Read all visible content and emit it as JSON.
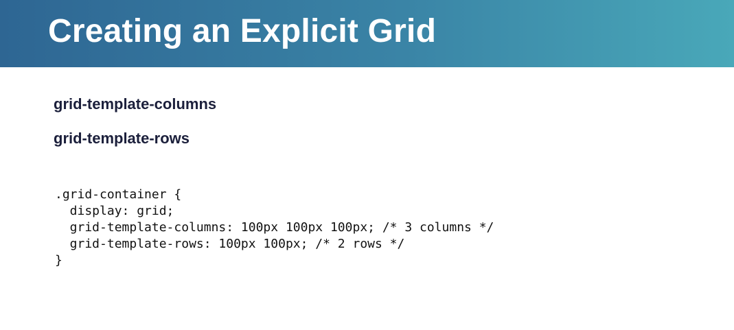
{
  "slide": {
    "title": "Creating an Explicit Grid",
    "properties": [
      "grid-template-columns",
      "grid-template-rows"
    ],
    "code_lines": [
      ".grid-container {",
      "  display: grid;",
      "  grid-template-columns: 100px 100px 100px; /* 3 columns */",
      "  grid-template-rows: 100px 100px; /* 2 rows */",
      "}"
    ]
  },
  "colors": {
    "title_bar_start": "#2e6693",
    "title_bar_end": "#49a8b9",
    "title_text": "#ffffff",
    "subhead_text": "#1b1f3b",
    "code_text": "#111111"
  }
}
